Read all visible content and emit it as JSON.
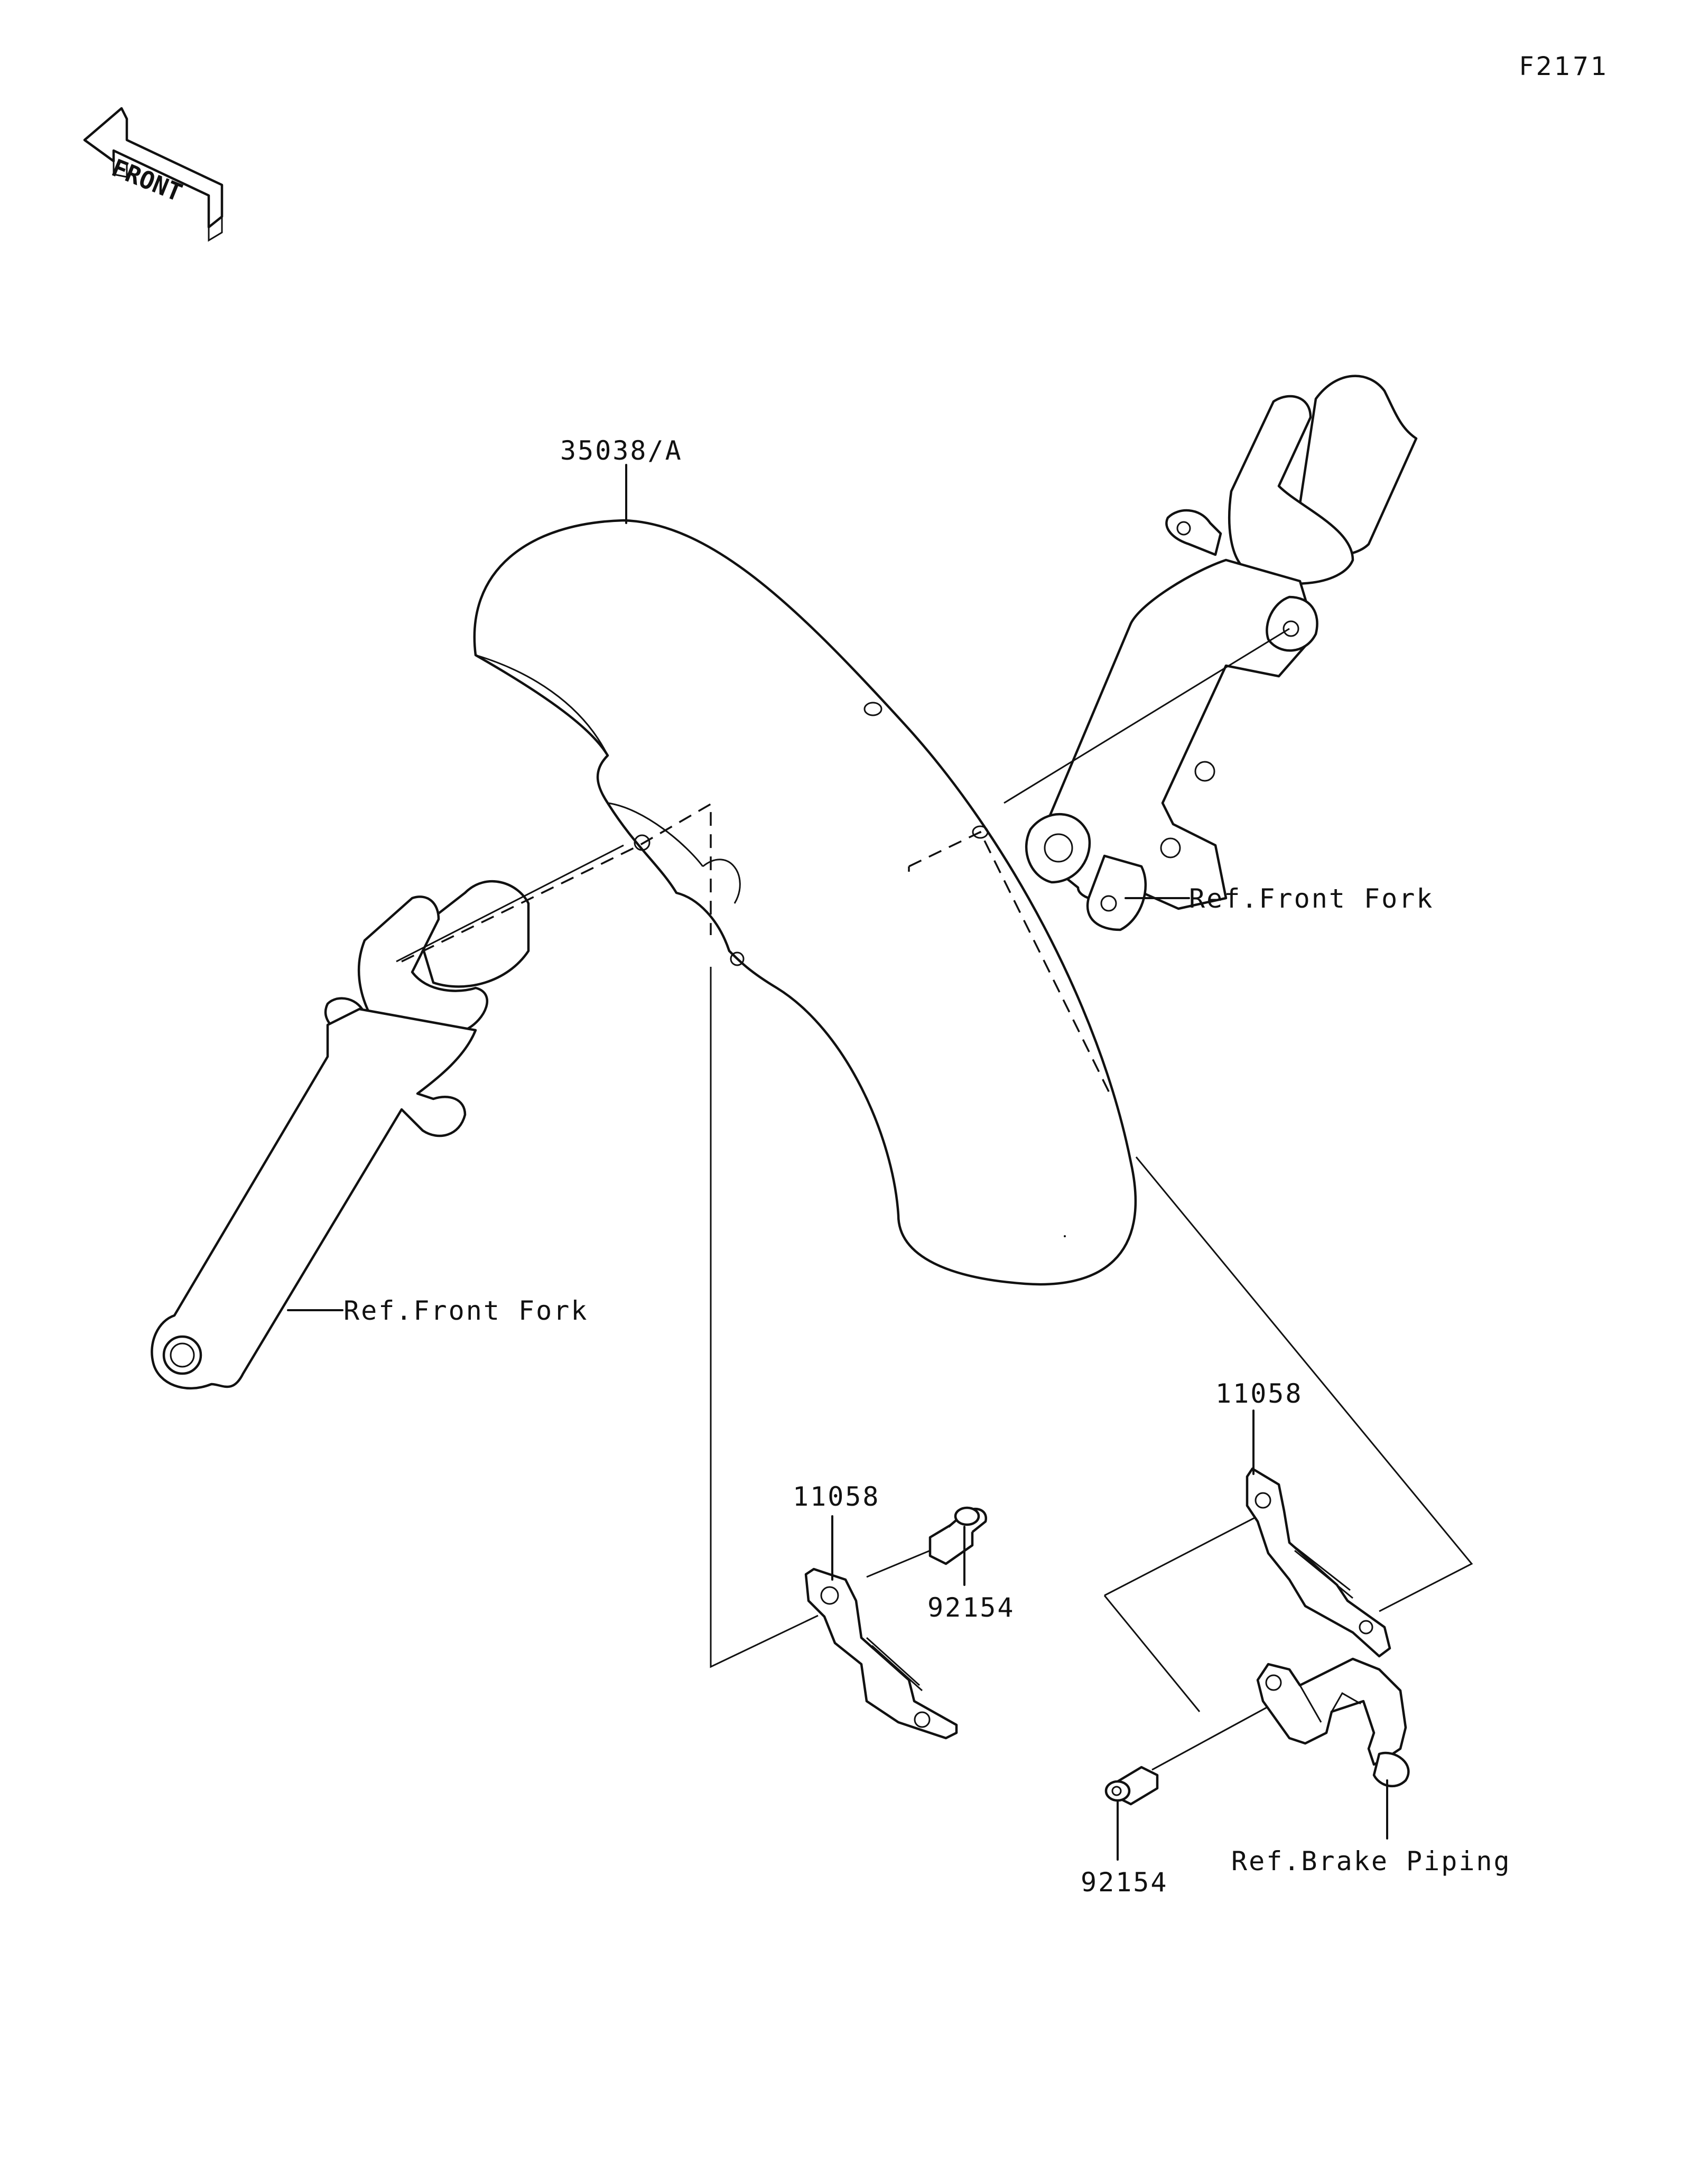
{
  "figure_code": "F2171",
  "front_indicator": "FRONT",
  "callouts": {
    "fender": "35038/A",
    "fork_right": "Ref.Front Fork",
    "fork_left": "Ref.Front Fork",
    "bracket_left": "11058",
    "bolt_left": "92154",
    "bracket_right": "11058",
    "bolt_right": "92154",
    "brake_piping": "Ref.Brake Piping"
  }
}
